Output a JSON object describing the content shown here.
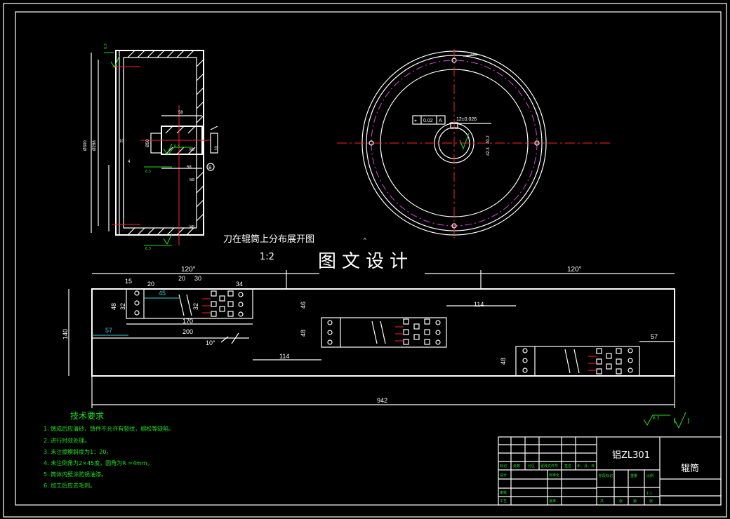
{
  "side_view": {
    "dims": {
      "d_outer": "Ø300",
      "d_inner": "Ø288",
      "d_hub": "Ø50",
      "width": "58",
      "hub_len": "58",
      "m1": "M8",
      "m2": "M8",
      "m3": "M8",
      "v10": "10",
      "v4": "4",
      "key": "10"
    },
    "roughness": [
      "6.3",
      "6.3",
      "6.3",
      "6.3"
    ],
    "section_mark": "B"
  },
  "front_view": {
    "tol_box": [
      "⌖",
      "0.02",
      "A"
    ],
    "key_tol": "12±0.026",
    "dim_40": "40.2",
    "dim_42": "42.3",
    "hole": "4×"
  },
  "layout_title": "刀在辊筒上分布展开图",
  "scale": "1:2",
  "watermark": "图文设计",
  "layout_dims": {
    "angle_left": "120°",
    "angle_right": "120°",
    "d15": "15",
    "d20a": "20",
    "d20b": "20",
    "d30": "30",
    "d34": "34",
    "d45": "45",
    "d48a": "48",
    "d32a": "32",
    "d32b": "32",
    "d170": "170",
    "d200": "200",
    "d57a": "57",
    "d10deg": "10°",
    "d140": "140",
    "d46": "46",
    "d48b": "48",
    "d114a": "114",
    "d114b": "114",
    "d48c": "48",
    "d57b": "57",
    "d942": "942"
  },
  "tech": {
    "title": "技术要求",
    "items": [
      "1. 铸成后应清砂，铸件不允许有裂纹，缩松等缺陷。",
      "2. 进行时效处理。",
      "3. 未注拔模斜度为1：20。",
      "4. 未注倒角为2×45度，圆角为R =4mm。",
      "5. 筒体内壁涂防锈油漆。",
      "6. 加工后应去毛刺。"
    ],
    "roughness_note": "6.3"
  },
  "title_block": {
    "material": "铝ZL301",
    "part_name": "辊筒",
    "row1": [
      "标记",
      "处数",
      "分区",
      "更改文件号",
      "签名",
      "年、月、日"
    ],
    "row2": [
      "设计",
      "标准化"
    ],
    "row3": [
      "审核"
    ],
    "row4": [
      "工艺",
      "批准"
    ],
    "stage_labels": [
      "阶段标记",
      "重量",
      "比例"
    ],
    "scale_val": "1:1",
    "sheet_labels": [
      "共",
      "张",
      "第",
      "张"
    ]
  },
  "colors": {
    "outline": "#ffffff",
    "center": "#ff2020",
    "annotation": "#20e020",
    "dimension_cyan": "#40d0e0",
    "pitch": "#e040e0"
  }
}
